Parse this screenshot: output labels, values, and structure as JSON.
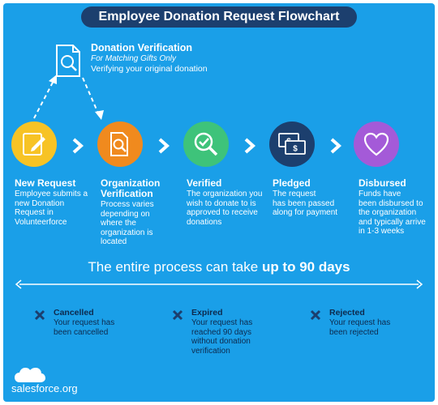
{
  "title": "Employee Donation Request Flowchart",
  "verification": {
    "title": "Donation Verification",
    "subtitle": "For Matching Gifts Only",
    "description": "Verifying your original donation",
    "icon": "magnifier-document-icon"
  },
  "steps": [
    {
      "title": "New Request",
      "description_lines": [
        "Employee submits a",
        "new Donation",
        "Request in",
        "Volunteerforce"
      ],
      "color": "#f7c325",
      "icon": "pencil-document-icon"
    },
    {
      "title_lines": [
        "Organization",
        "Verification"
      ],
      "description_lines": [
        "Process varies",
        "depending on",
        "where the",
        "organization is",
        "located"
      ],
      "color": "#f08a1e",
      "icon": "magnifier-document-icon"
    },
    {
      "title": "Verified",
      "description_lines": [
        "The organization you",
        "wish to donate to is",
        "approved to receive",
        "donations"
      ],
      "color": "#3ec37a",
      "icon": "magnifier-check-icon"
    },
    {
      "title": "Pledged",
      "description_lines": [
        "The request",
        "has been passed",
        "along for payment"
      ],
      "color": "#1c3f6e",
      "icon": "money-bills-icon"
    },
    {
      "title": "Disbursed",
      "description_lines": [
        "Funds have",
        "been disbursed to",
        "the organization",
        "and typically arrive",
        "in 1-3 weeks"
      ],
      "color": "#a45ad8",
      "icon": "heart-icon"
    }
  ],
  "duration": {
    "prefix": "The entire process can take ",
    "emphasis": "up to 90 days"
  },
  "statuses": [
    {
      "title": "Cancelled",
      "description_lines": [
        "Your request has",
        "been cancelled"
      ]
    },
    {
      "title": "Expired",
      "description_lines": [
        "Your request has",
        "reached 90 days",
        "without donation",
        "verification"
      ]
    },
    {
      "title": "Rejected",
      "description_lines": [
        "Your request has",
        "been rejected"
      ]
    }
  ],
  "logo": {
    "text": "salesforce.org"
  },
  "colors": {
    "background": "#1a9fe8",
    "banner": "#1c3f6e",
    "status_text": "#0d2a4e"
  }
}
